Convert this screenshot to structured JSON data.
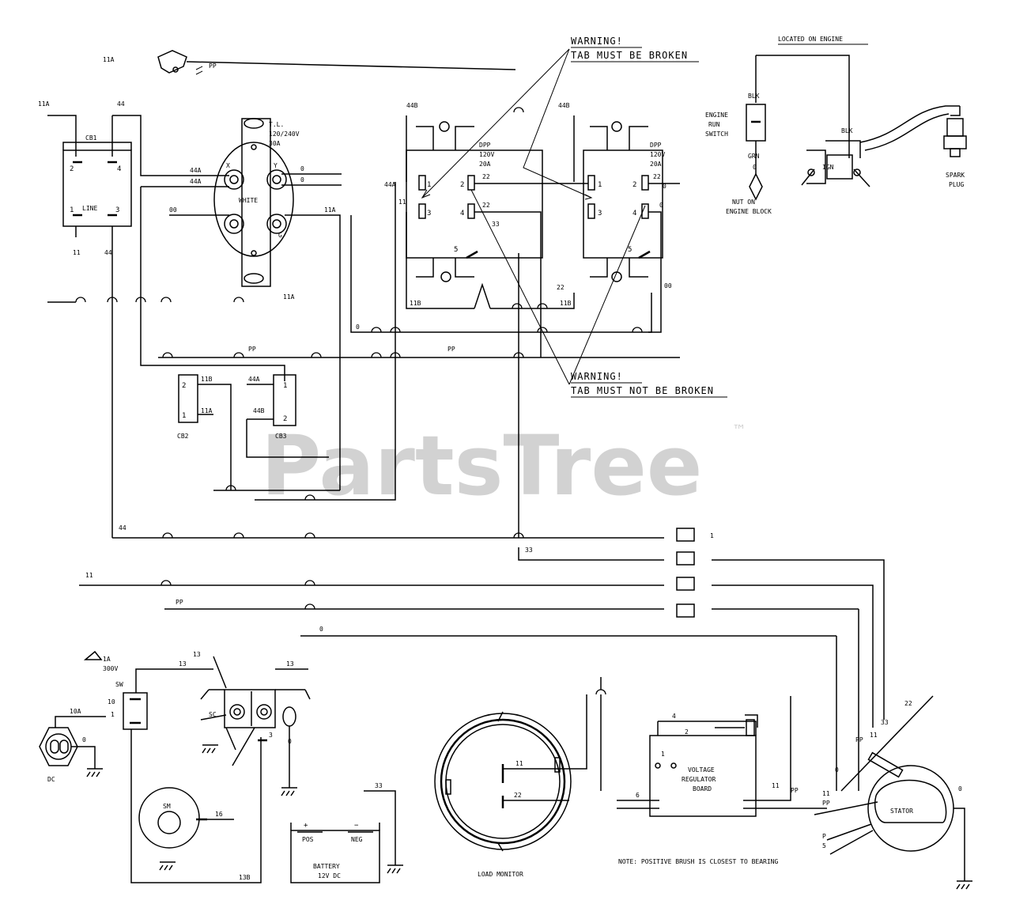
{
  "watermark": {
    "text": "PartsTree",
    "mark": "™"
  },
  "warnings": {
    "broken": {
      "title": "WARNING!",
      "text": "TAB MUST BE BROKEN"
    },
    "not_broken": {
      "title": "WARNING!",
      "text": "TAB MUST NOT BE BROKEN"
    }
  },
  "engine": {
    "header": "LOCATED ON ENGINE",
    "wire_blk_1": "BLK",
    "wire_blk_2": "BLK",
    "wire_grn": "GRN",
    "wire_0": "0",
    "switch_label": [
      "ENGINE",
      "RUN",
      "SWITCH"
    ],
    "nut_label": [
      "NUT ON",
      "ENGINE BLOCK"
    ],
    "ign_label": "IGN",
    "spark_label": [
      "SPARK",
      "PLUG"
    ]
  },
  "receptacles": {
    "twist_lock": [
      "T.L.",
      "120/240V",
      "30A"
    ],
    "duplex_left": [
      "DPP",
      "120V",
      "20A"
    ],
    "duplex_right": [
      "DPP",
      "120V",
      "20A"
    ],
    "white_label": "WHITE"
  },
  "components": {
    "cb1": "CB1",
    "line": "LINE",
    "cb2": "CB2",
    "cb3": "CB3",
    "fuse": [
      "1A",
      "300V"
    ],
    "sw": "SW",
    "sc": "SC",
    "sm": "SM",
    "dc": "DC",
    "battery": [
      "BATTERY",
      "12V DC"
    ],
    "battery_pos": "POS",
    "battery_neg": "NEG",
    "load_monitor": "LOAD MONITOR",
    "regulator": [
      "VOLTAGE",
      "REGULATOR",
      "BOARD"
    ],
    "stator": "STATOR",
    "note": "NOTE: POSITIVE BRUSH IS CLOSEST TO BEARING"
  },
  "wire_labels": {
    "w11a_top": "11A",
    "w11a_left": "11A",
    "wpp_top": "PP",
    "w44_top": "44",
    "w44a_1": "44A",
    "w44a_2": "44A",
    "w0_tl1": "0",
    "w0_tl2": "0",
    "w00": "00",
    "w11a_mid": "11A",
    "w44b_l": "44B",
    "w44b_r": "44B",
    "w44a_d": "44A",
    "w11_d": "11",
    "w22_l1": "22",
    "w22_l2": "22",
    "w22_r": "22",
    "w33_d": "33",
    "w11b_l": "11B",
    "w11b_r": "11B",
    "w22_bot": "22",
    "w00_r": "00",
    "wpp_mid": "PP",
    "wpp_mid2": "PP",
    "w0_mid": "0",
    "w1_cb2": "1",
    "w2_cb2": "2",
    "w11a_cb2": "11A",
    "w11b_cb2": "11B",
    "w44a_cb3": "44A",
    "w1_cb3": "1",
    "w44b_cb3": "44B",
    "w2_cb3": "2",
    "w11_l": "11",
    "w44_l": "44",
    "w44_bot": "44",
    "w33_h": "33",
    "w11_h": "11",
    "wpp_h": "PP",
    "w0_h": "0",
    "w13_1": "13",
    "w13_2": "13",
    "w13_3": "13",
    "w10_sw": "10",
    "w1_sw": "1",
    "w10a": "10A",
    "w0_dc": "0",
    "w0_sc": "0",
    "w3_sc": "3",
    "w16": "16",
    "w13b": "13B",
    "w33_bat": "33",
    "w11_lm": "11",
    "w22_lm": "22",
    "w4_vr": "4",
    "w2_vr": "2",
    "w1_vr": "1",
    "w6_vr": "6",
    "w11_vr": "11",
    "wpp_vr": "PP",
    "w11_st": "11",
    "wpp_st": "PP",
    "w11_st2": "11",
    "w33_st": "33",
    "w22_st": "22",
    "wpp_st2": "PP",
    "w0_st": "0",
    "w0_st2": "0",
    "wp_st": "P",
    "w5_st": "5",
    "w0_r1": "0",
    "w0_r2": "0",
    "w1_k": "1",
    "w5_l": "5",
    "w5_r": "5",
    "w1_a": "1",
    "w3_a": "3",
    "w2_a": "2",
    "w4_a": "4",
    "w1_b": "1",
    "w3_b": "3",
    "w2_b": "2",
    "w4_b": "4",
    "wx": "X",
    "wy": "Y",
    "wg": "G",
    "w1_c": "1",
    "w3_c": "3",
    "w2_c": "2",
    "w4_c": "4"
  }
}
